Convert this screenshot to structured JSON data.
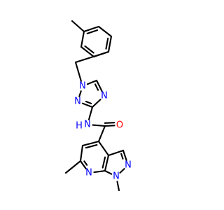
{
  "molecule": {
    "atoms": [
      {
        "id": "methyl-top",
        "symbol": "C",
        "label": ""
      },
      {
        "id": "tol-c1",
        "symbol": "C",
        "label": ""
      },
      {
        "id": "tol-c2",
        "symbol": "C",
        "label": ""
      },
      {
        "id": "tol-c3",
        "symbol": "C",
        "label": ""
      },
      {
        "id": "tol-c4",
        "symbol": "C",
        "label": ""
      },
      {
        "id": "tol-c5",
        "symbol": "C",
        "label": ""
      },
      {
        "id": "tol-c6",
        "symbol": "C",
        "label": ""
      },
      {
        "id": "ch2",
        "symbol": "C",
        "label": ""
      },
      {
        "id": "tri-n1",
        "symbol": "N",
        "label": "N",
        "color": "#0000ff"
      },
      {
        "id": "tri-c5",
        "symbol": "C",
        "label": ""
      },
      {
        "id": "tri-n4",
        "symbol": "N",
        "label": "N",
        "color": "#0000ff"
      },
      {
        "id": "tri-c3",
        "symbol": "C",
        "label": ""
      },
      {
        "id": "tri-n2",
        "symbol": "N",
        "label": "N",
        "color": "#0000ff"
      },
      {
        "id": "amide-n",
        "symbol": "N",
        "label": "N",
        "color": "#0000ff"
      },
      {
        "id": "amide-h",
        "symbol": "H",
        "label": "H",
        "color": "#0000ff"
      },
      {
        "id": "carbonyl-c",
        "symbol": "C",
        "label": ""
      },
      {
        "id": "carbonyl-o",
        "symbol": "O",
        "label": "O",
        "color": "#ff0000"
      },
      {
        "id": "pyr-c4",
        "symbol": "C",
        "label": ""
      },
      {
        "id": "pyr-c5",
        "symbol": "C",
        "label": ""
      },
      {
        "id": "pyr-c6",
        "symbol": "C",
        "label": ""
      },
      {
        "id": "pyr-n7",
        "symbol": "N",
        "label": "N",
        "color": "#0000ff"
      },
      {
        "id": "pyr-c7a",
        "symbol": "C",
        "label": ""
      },
      {
        "id": "pyr-c3a",
        "symbol": "C",
        "label": ""
      },
      {
        "id": "pyr-c3",
        "symbol": "C",
        "label": ""
      },
      {
        "id": "pyr-n2",
        "symbol": "N",
        "label": "N",
        "color": "#0000ff"
      },
      {
        "id": "pyr-n1",
        "symbol": "N",
        "label": "N",
        "color": "#0000ff"
      },
      {
        "id": "n1-methyl",
        "symbol": "C",
        "label": ""
      },
      {
        "id": "c6-methyl",
        "symbol": "C",
        "label": ""
      }
    ],
    "bonds": [
      {
        "from": "methyl-top",
        "to": "tol-c1",
        "order": 1
      },
      {
        "from": "tol-c1",
        "to": "tol-c2",
        "order": 2
      },
      {
        "from": "tol-c2",
        "to": "tol-c3",
        "order": 1
      },
      {
        "from": "tol-c3",
        "to": "tol-c4",
        "order": 2
      },
      {
        "from": "tol-c4",
        "to": "tol-c5",
        "order": 1
      },
      {
        "from": "tol-c5",
        "to": "tol-c6",
        "order": 2
      },
      {
        "from": "tol-c6",
        "to": "tol-c1",
        "order": 1
      },
      {
        "from": "tol-c4",
        "to": "ch2",
        "order": 1
      },
      {
        "from": "ch2",
        "to": "tri-n1",
        "order": 1
      },
      {
        "from": "tri-n1",
        "to": "tri-c5",
        "order": 1
      },
      {
        "from": "tri-c5",
        "to": "tri-n4",
        "order": 2
      },
      {
        "from": "tri-n4",
        "to": "tri-c3",
        "order": 1
      },
      {
        "from": "tri-c3",
        "to": "tri-n2",
        "order": 2
      },
      {
        "from": "tri-n2",
        "to": "tri-n1",
        "order": 1
      },
      {
        "from": "tri-c3",
        "to": "amide-n",
        "order": 1
      },
      {
        "from": "amide-n",
        "to": "carbonyl-c",
        "order": 1
      },
      {
        "from": "carbonyl-c",
        "to": "carbonyl-o",
        "order": 2
      },
      {
        "from": "carbonyl-c",
        "to": "pyr-c4",
        "order": 1
      },
      {
        "from": "pyr-c4",
        "to": "pyr-c5",
        "order": 2
      },
      {
        "from": "pyr-c5",
        "to": "pyr-c6",
        "order": 1
      },
      {
        "from": "pyr-c6",
        "to": "pyr-n7",
        "order": 2
      },
      {
        "from": "pyr-n7",
        "to": "pyr-c7a",
        "order": 1
      },
      {
        "from": "pyr-c7a",
        "to": "pyr-c3a",
        "order": 2
      },
      {
        "from": "pyr-c3a",
        "to": "pyr-c4",
        "order": 1
      },
      {
        "from": "pyr-c3a",
        "to": "pyr-c3",
        "order": 1
      },
      {
        "from": "pyr-c3",
        "to": "pyr-n2",
        "order": 2
      },
      {
        "from": "pyr-n2",
        "to": "pyr-n1",
        "order": 1
      },
      {
        "from": "pyr-n1",
        "to": "pyr-c7a",
        "order": 1
      },
      {
        "from": "pyr-n1",
        "to": "n1-methyl",
        "order": 1
      },
      {
        "from": "pyr-c6",
        "to": "c6-methyl",
        "order": 1
      }
    ]
  },
  "colors": {
    "carbon": "#000000",
    "nitrogen": "#0000ff",
    "oxygen": "#ff0000",
    "background": "#ffffff"
  }
}
